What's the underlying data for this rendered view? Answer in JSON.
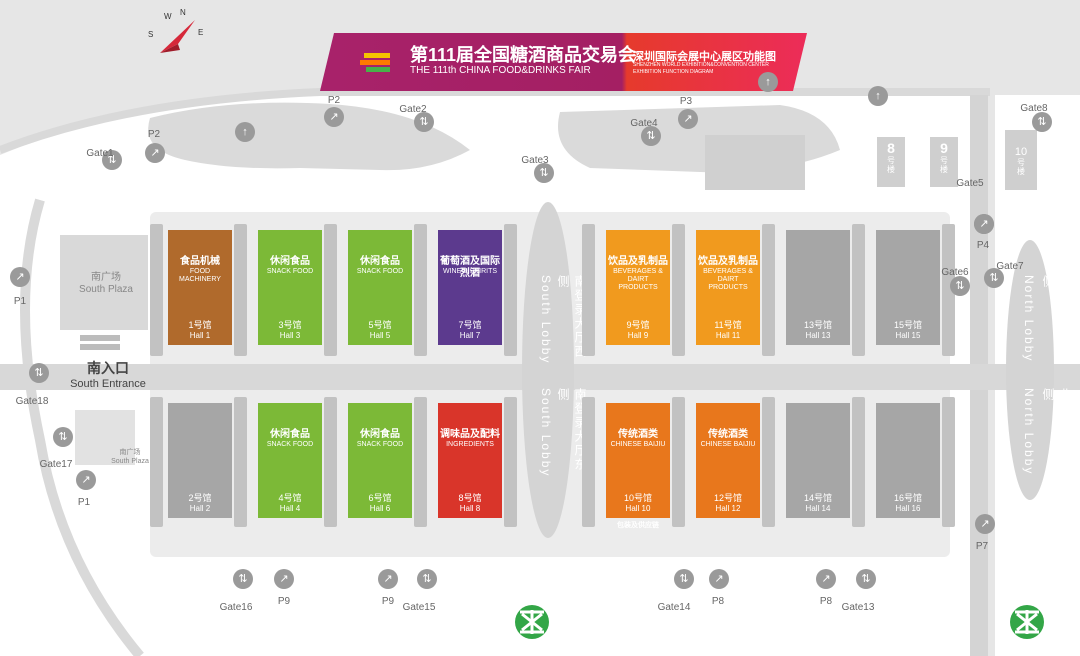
{
  "banner": {
    "title_cn": "第111届全国糖酒商品交易会",
    "title_en": "THE 111th CHINA FOOD&DRINKS FAIR",
    "sub_cn": "深圳国际会展中心展区功能图",
    "sub_en1": "SHENZHEN WORLD EXHIBITION&CONVENTION CENTER",
    "sub_en2": "EXHIBITION FUNCTION DIAGRAM"
  },
  "compass": {
    "n": "N",
    "e": "E",
    "s": "S",
    "w": "W"
  },
  "plaza": {
    "cn": "南广场",
    "en": "South Plaza"
  },
  "plaza2": {
    "cn": "南广场",
    "en": "South Plaza"
  },
  "entrance": {
    "cn": "南入口",
    "en": "South Entrance"
  },
  "south_lobby": {
    "cn": "南登录大厅",
    "en": "South Lobby",
    "west": "西侧",
    "east": "东侧"
  },
  "north_lobby": {
    "cn": "北登录大厅",
    "en": "North Lobby",
    "west": "西侧",
    "east": "东侧"
  },
  "buildings": {
    "b8": "8",
    "b9": "9",
    "b10": "10",
    "suffix": "号楼"
  },
  "colors": {
    "brown": "#b06a2c",
    "green": "#7cb937",
    "purple": "#5c3a8e",
    "red": "#d9352a",
    "orange": "#f19a1e",
    "orange_dark": "#e8771c",
    "gray": "#a6a6a6",
    "banner": "#a41f63"
  },
  "halls": [
    {
      "id": "1",
      "cn": "食品机械",
      "en": "FOOD MACHINERY",
      "num": "1号馆",
      "hen": "Hall 1",
      "color": "brown"
    },
    {
      "id": "3",
      "cn": "休闲食品",
      "en": "SNACK FOOD",
      "num": "3号馆",
      "hen": "Hall 3",
      "color": "green"
    },
    {
      "id": "5",
      "cn": "休闲食品",
      "en": "SNACK FOOD",
      "num": "5号馆",
      "hen": "Hall 5",
      "color": "green"
    },
    {
      "id": "7",
      "cn": "葡萄酒及国际烈酒",
      "en": "WINE & SPIRITS",
      "num": "7号馆",
      "hen": "Hall 7",
      "color": "purple"
    },
    {
      "id": "9",
      "cn": "饮品及乳制品",
      "en": "BEVERAGES & DAIRT PRODUCTS",
      "num": "9号馆",
      "hen": "Hall 9",
      "color": "orange"
    },
    {
      "id": "11",
      "cn": "饮品及乳制品",
      "en": "BEVERAGES & DAIRT PRODUCTS",
      "num": "11号馆",
      "hen": "Hall 11",
      "color": "orange"
    },
    {
      "id": "13",
      "cn": "",
      "en": "",
      "num": "13号馆",
      "hen": "Hall 13",
      "color": "gray"
    },
    {
      "id": "15",
      "cn": "",
      "en": "",
      "num": "15号馆",
      "hen": "Hall 15",
      "color": "gray"
    },
    {
      "id": "2",
      "cn": "",
      "en": "",
      "num": "2号馆",
      "hen": "Hall 2",
      "color": "gray"
    },
    {
      "id": "4",
      "cn": "休闲食品",
      "en": "SNACK FOOD",
      "num": "4号馆",
      "hen": "Hall 4",
      "color": "green"
    },
    {
      "id": "6",
      "cn": "休闲食品",
      "en": "SNACK FOOD",
      "num": "6号馆",
      "hen": "Hall 6",
      "color": "green"
    },
    {
      "id": "8",
      "cn": "调味品及配料",
      "en": "INGREDIENTS",
      "num": "8号馆",
      "hen": "Hall 8",
      "color": "red"
    },
    {
      "id": "10",
      "cn": "传统酒类",
      "en": "CHINESE BAIJIU",
      "num": "10号馆",
      "hen": "Hall 10",
      "color": "orange_dark",
      "note": "包装及供应链"
    },
    {
      "id": "12",
      "cn": "传统酒类",
      "en": "CHINESE BAIJIU",
      "num": "12号馆",
      "hen": "Hall 12",
      "color": "orange_dark"
    },
    {
      "id": "14",
      "cn": "",
      "en": "",
      "num": "14号馆",
      "hen": "Hall 14",
      "color": "gray"
    },
    {
      "id": "16",
      "cn": "",
      "en": "",
      "num": "16号馆",
      "hen": "Hall 16",
      "color": "gray"
    }
  ],
  "gates": [
    {
      "label": "Gate1",
      "icon": "gate-arrows-icon"
    },
    {
      "label": "Gate2",
      "icon": "gate-arrows-icon"
    },
    {
      "label": "Gate3",
      "icon": "gate-arrows-icon"
    },
    {
      "label": "Gate4",
      "icon": "gate-arrows-icon"
    },
    {
      "label": "Gate5",
      "icon": "gate-arrows-icon"
    },
    {
      "label": "Gate6",
      "icon": "gate-arrows-icon"
    },
    {
      "label": "Gate7",
      "icon": "gate-arrows-icon"
    },
    {
      "label": "Gate8",
      "icon": "gate-arrows-icon"
    },
    {
      "label": "Gate13",
      "icon": "gate-arrows-icon"
    },
    {
      "label": "Gate14",
      "icon": "gate-arrows-icon"
    },
    {
      "label": "Gate15",
      "icon": "gate-arrows-icon"
    },
    {
      "label": "Gate16",
      "icon": "gate-arrows-icon"
    },
    {
      "label": "Gate17",
      "icon": "gate-arrows-icon"
    },
    {
      "label": "Gate18",
      "icon": "gate-arrows-icon"
    }
  ],
  "parking": [
    {
      "label": "P1"
    },
    {
      "label": "P1"
    },
    {
      "label": "P2"
    },
    {
      "label": "P2"
    },
    {
      "label": "P3"
    },
    {
      "label": "P4"
    },
    {
      "label": "P7"
    },
    {
      "label": "P8"
    },
    {
      "label": "P8"
    },
    {
      "label": "P9"
    },
    {
      "label": "P9"
    }
  ]
}
